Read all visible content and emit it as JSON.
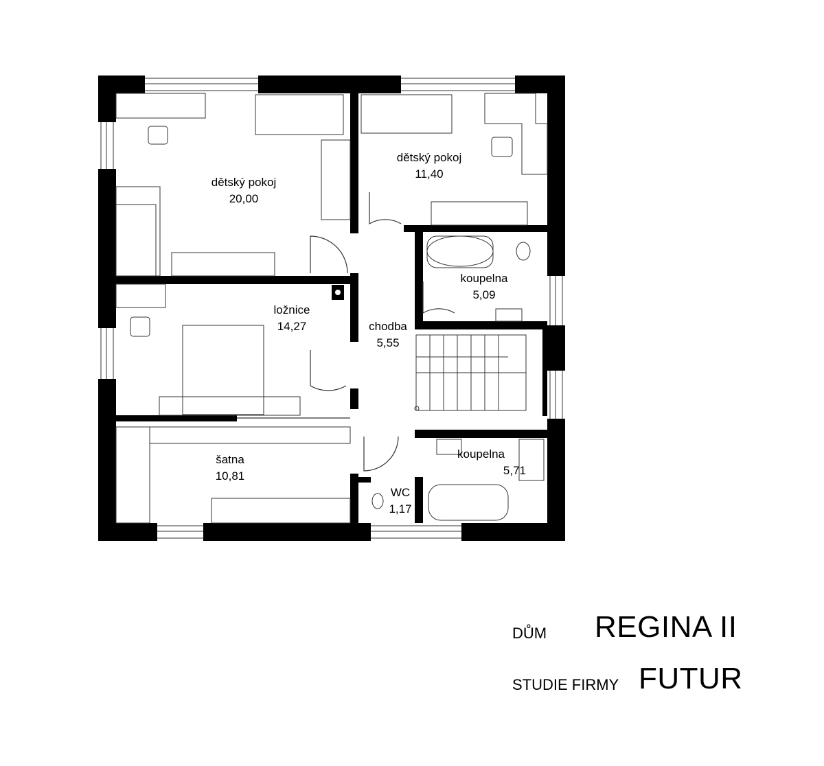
{
  "rooms": [
    {
      "id": "detsky-pokoj-1",
      "name": "dětský pokoj",
      "area": "20,00"
    },
    {
      "id": "detsky-pokoj-2",
      "name": "dětský pokoj",
      "area": "11,40"
    },
    {
      "id": "koupelna-1",
      "name": "koupelna",
      "area": "5,09"
    },
    {
      "id": "loznice",
      "name": "ložnice",
      "area": "14,27"
    },
    {
      "id": "chodba",
      "name": "chodba",
      "area": "5,55"
    },
    {
      "id": "satna",
      "name": "šatna",
      "area": "10,81"
    },
    {
      "id": "koupelna-2",
      "name": "koupelna",
      "area": "5,71"
    },
    {
      "id": "wc",
      "name": "WC",
      "area": "1,17"
    }
  ],
  "title_block": {
    "house_label": "DŮM",
    "house_name": "REGINA II",
    "studio_label": "STUDIE FIRMY",
    "studio_name": "FUTUR"
  },
  "colors": {
    "wall": "#000000",
    "line": "#333333",
    "background": "#ffffff"
  }
}
